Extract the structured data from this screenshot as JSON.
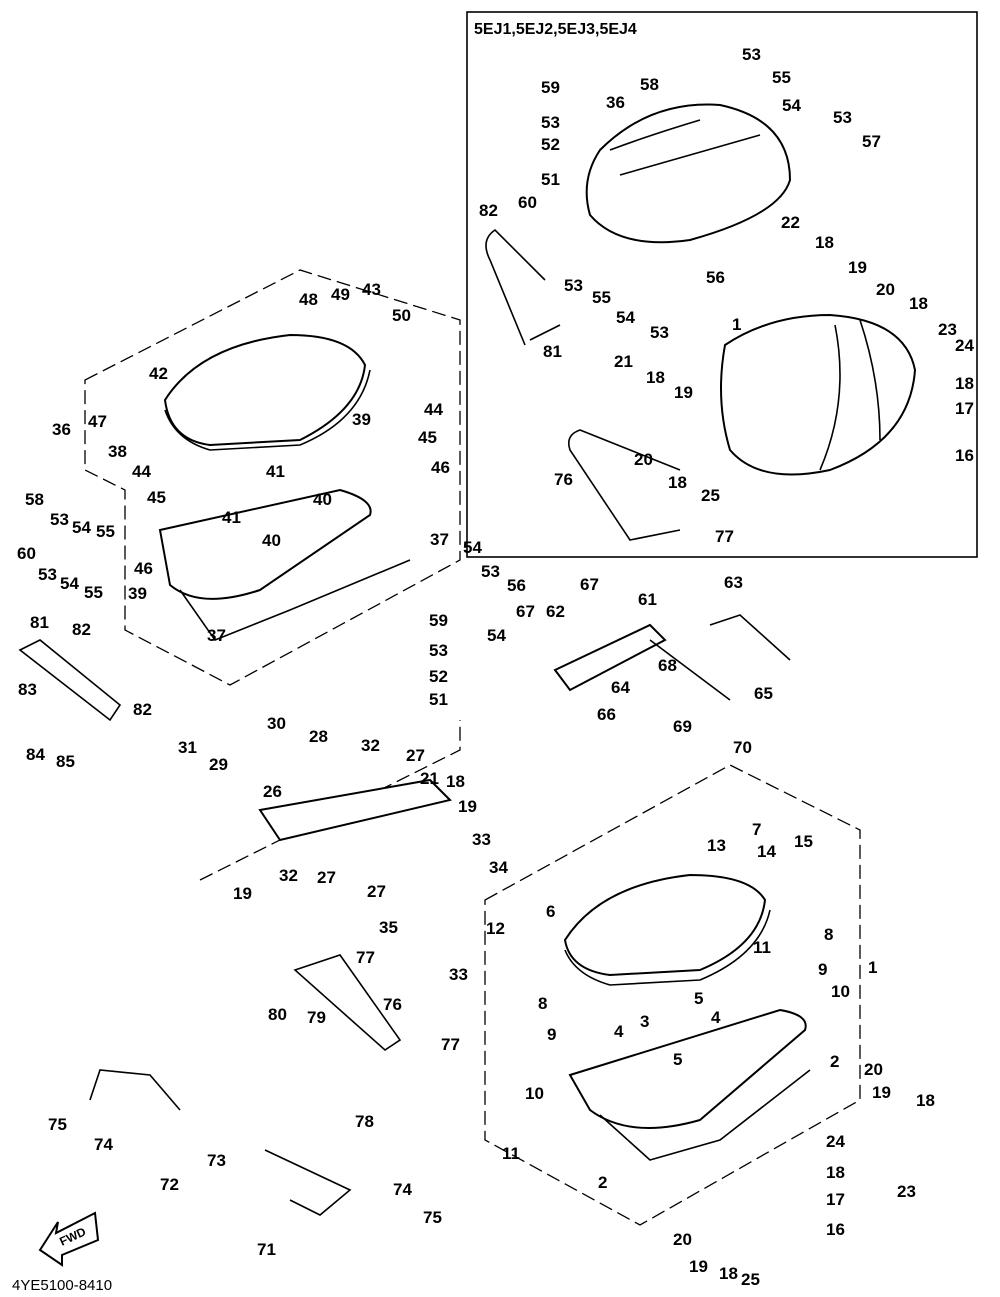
{
  "diagram": {
    "variant_header": "5EJ1,5EJ2,5EJ3,5EJ4",
    "drawing_code": "4YE5100-8410",
    "fwd_arrow_text": "FWD",
    "callouts": [
      "53",
      "59",
      "58",
      "55",
      "36",
      "53",
      "54",
      "53",
      "52",
      "57",
      "51",
      "82",
      "60",
      "22",
      "18",
      "53",
      "55",
      "19",
      "56",
      "54",
      "53",
      "20",
      "18",
      "23",
      "81",
      "1",
      "24",
      "21",
      "18",
      "19",
      "18",
      "17",
      "16",
      "20",
      "18",
      "25",
      "76",
      "77",
      "48",
      "49",
      "43",
      "50",
      "42",
      "47",
      "36",
      "38",
      "44",
      "45",
      "39",
      "46",
      "41",
      "40",
      "44",
      "45",
      "58",
      "53",
      "54",
      "55",
      "41",
      "40",
      "37",
      "60",
      "53",
      "54",
      "55",
      "46",
      "39",
      "37",
      "54",
      "53",
      "56",
      "59",
      "53",
      "52",
      "51",
      "81",
      "82",
      "83",
      "82",
      "84",
      "85",
      "67",
      "61",
      "63",
      "67",
      "62",
      "54",
      "68",
      "64",
      "65",
      "69",
      "66",
      "70",
      "30",
      "28",
      "27",
      "32",
      "31",
      "29",
      "21",
      "18",
      "19",
      "26",
      "33",
      "34",
      "32",
      "27",
      "19",
      "27",
      "35",
      "33",
      "77",
      "80",
      "79",
      "76",
      "77",
      "78",
      "75",
      "74",
      "72",
      "73",
      "74",
      "75",
      "71",
      "13",
      "7",
      "14",
      "15",
      "6",
      "12",
      "8",
      "1",
      "9",
      "11",
      "10",
      "8",
      "5",
      "3",
      "9",
      "4",
      "4",
      "2",
      "5",
      "20",
      "19",
      "18",
      "10",
      "11",
      "2",
      "24",
      "18",
      "17",
      "16",
      "23",
      "20",
      "19",
      "18",
      "25"
    ]
  }
}
